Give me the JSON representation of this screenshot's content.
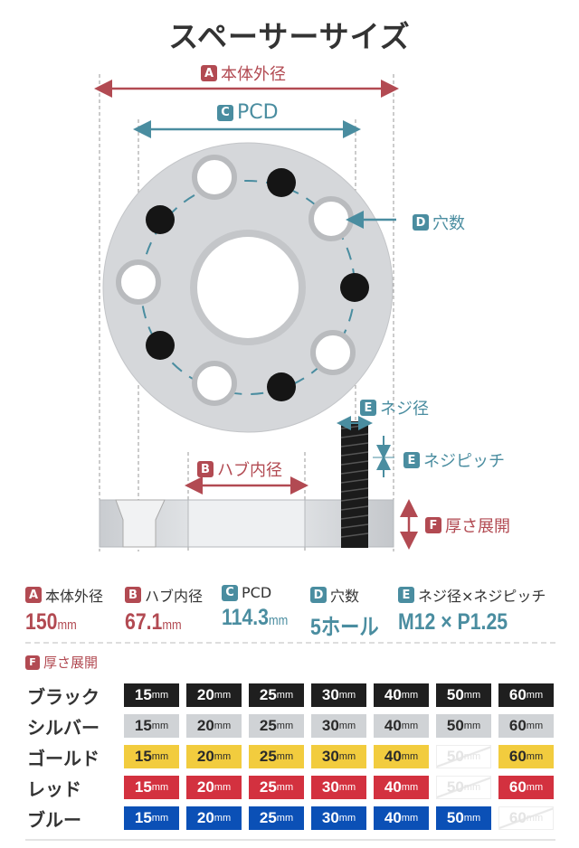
{
  "title": "スペーサーサイズ",
  "diagram": {
    "A": {
      "letter": "A",
      "label": "本体外径"
    },
    "B": {
      "letter": "B",
      "label": "ハブ内径"
    },
    "C": {
      "letter": "C",
      "label": "PCD"
    },
    "D": {
      "letter": "D",
      "label": "穴数"
    },
    "E1": {
      "letter": "E",
      "label": "ネジ径"
    },
    "E2": {
      "letter": "E",
      "label": "ネジピッチ"
    },
    "F": {
      "letter": "F",
      "label": "厚さ展開"
    }
  },
  "specs": [
    {
      "letter": "A",
      "label": "本体外径",
      "value": "150",
      "unit": "mm",
      "color": "#b24a52"
    },
    {
      "letter": "B",
      "label": "ハブ内径",
      "value": "67.1",
      "unit": "mm",
      "color": "#b24a52"
    },
    {
      "letter": "C",
      "label": "PCD",
      "value": "114.3",
      "unit": "mm",
      "color": "#4a8da0"
    },
    {
      "letter": "D",
      "label": "穴数",
      "value": "5ホール",
      "unit": "",
      "color": "#4a8da0"
    },
    {
      "letter": "E",
      "label": "ネジ径×ネジピッチ",
      "value": "M12 × P1.25",
      "unit": "",
      "color": "#4a8da0"
    }
  ],
  "thickness": {
    "letter": "F",
    "label": "厚さ展開",
    "unit": "mm",
    "sizes": [
      "15",
      "20",
      "25",
      "30",
      "40",
      "50",
      "60"
    ],
    "rows": [
      {
        "name": "ブラック",
        "bg": "#1f1f1f",
        "fg": "#ffffff",
        "available": [
          true,
          true,
          true,
          true,
          true,
          true,
          true
        ]
      },
      {
        "name": "シルバー",
        "bg": "#d0d3d6",
        "fg": "#2a2a2a",
        "available": [
          true,
          true,
          true,
          true,
          true,
          true,
          true
        ]
      },
      {
        "name": "ゴールド",
        "bg": "#f2cc3e",
        "fg": "#2a2a2a",
        "available": [
          true,
          true,
          true,
          true,
          true,
          false,
          true
        ]
      },
      {
        "name": "レッド",
        "bg": "#d3313f",
        "fg": "#ffffff",
        "available": [
          true,
          true,
          true,
          true,
          true,
          false,
          true
        ]
      },
      {
        "name": "ブルー",
        "bg": "#0b50b6",
        "fg": "#ffffff",
        "available": [
          true,
          true,
          true,
          true,
          true,
          true,
          false
        ]
      }
    ]
  }
}
